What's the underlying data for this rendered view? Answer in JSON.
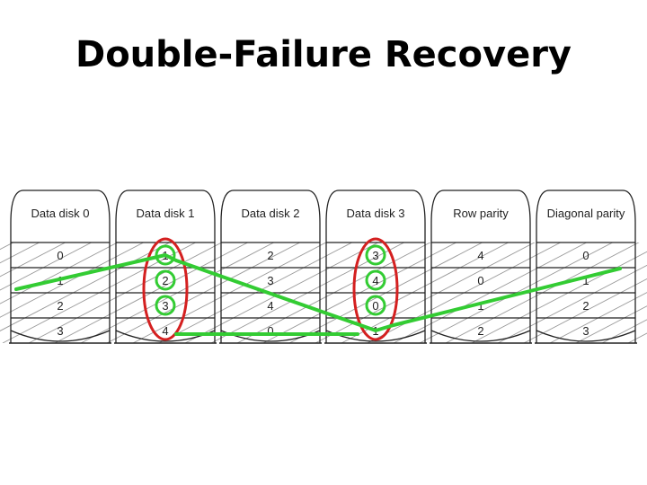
{
  "slide": {
    "title": "Double-Failure Recovery"
  },
  "diagram": {
    "disks": [
      {
        "name": "Data disk 0",
        "blocks": [
          "0",
          "1",
          "2",
          "3"
        ]
      },
      {
        "name": "Data disk 1",
        "blocks": [
          "1",
          "2",
          "3",
          "4"
        ]
      },
      {
        "name": "Data disk 2",
        "blocks": [
          "2",
          "3",
          "4",
          "0"
        ]
      },
      {
        "name": "Data disk 3",
        "blocks": [
          "3",
          "4",
          "0",
          "1"
        ]
      },
      {
        "name": "Row parity",
        "blocks": [
          "4",
          "0",
          "1",
          "2"
        ]
      },
      {
        "name": "Diagonal parity",
        "blocks": [
          "0",
          "1",
          "2",
          "3"
        ]
      }
    ],
    "failed_disks": [
      "Data disk 1",
      "Data disk 3"
    ],
    "colors": {
      "failed_outline": "#d42020",
      "recovery_path": "#33cc33",
      "recovered_block": "#33cc33",
      "disk_stroke": "#222222",
      "disk_fill": "#ffffff",
      "hatch": "#9a9a9a"
    }
  }
}
